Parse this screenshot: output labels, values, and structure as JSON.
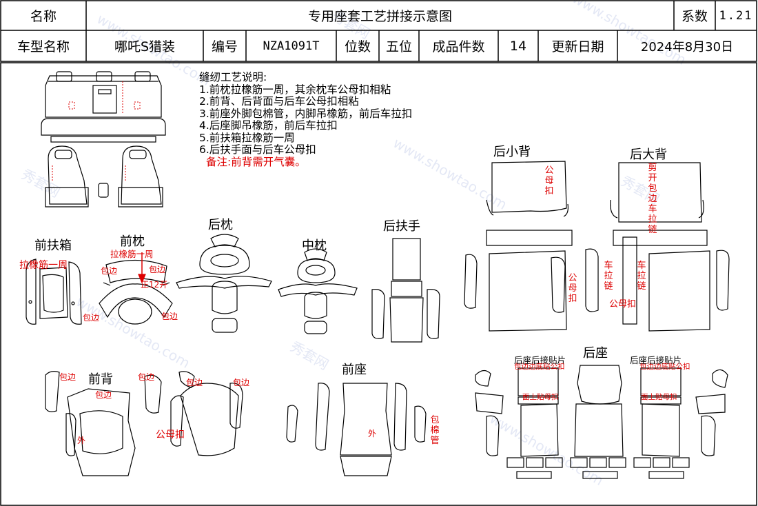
{
  "header": {
    "name_label": "名称",
    "title": "专用座套工艺拼接示意图",
    "coef_label": "系数",
    "coef_value": "1.21",
    "model_label": "车型名称",
    "model_value": "哪吒S猎装",
    "code_label": "编号",
    "code_value": "NZA1091T",
    "seats_label": "位数",
    "seats_value": "五位",
    "pieces_label": "成品件数",
    "pieces_value": "14",
    "date_label": "更新日期",
    "date_value": "2024年8月30日"
  },
  "notes": {
    "heading": "缝纫工艺说明:",
    "items": [
      "1.前枕拉橡筋一周，其余枕车公母扣相粘",
      "2.前背、后背面与后车公母扣相粘",
      "3.前座外脚包棉管，内脚吊橡筋，前后车拉扣",
      "4.后座脚吊橡筋，前后车拉扣",
      "5.前扶箱拉橡筋一周",
      "6.后扶手面与后车公母扣"
    ],
    "remark": "备注:前背需开气囊。"
  },
  "parts": {
    "front_armrest": "前扶箱",
    "front_headrest": "前枕",
    "rear_headrest": "后枕",
    "mid_headrest": "中枕",
    "rear_armrest": "后扶手",
    "rear_small_back": "后小背",
    "rear_big_back": "后大背",
    "front_back": "前背",
    "front_seat": "前座",
    "rear_seat": "后座",
    "rear_seat_patch_left": "后座后接贴片",
    "rear_seat_patch_right": "后座后接贴片"
  },
  "annotations": {
    "pull_elastic_loop": "拉橡筋一周",
    "pull_elastic_loop_2": "拉橡筋一周",
    "edge_bind": "包边",
    "slit": "正12开",
    "outer": "外",
    "snap_fastener": "公母扣",
    "vertical_snap": "公母扣",
    "open_edge_pull": "剪开包边车拉链",
    "pull_zipper": "车拉链",
    "bottom_snap": "包边边底贴公扣",
    "top_female": "面上贴母扣",
    "edge_tube": "包棉管"
  },
  "watermark": {
    "brand": "秀套网",
    "url": "www.showtao.com"
  },
  "colors": {
    "line": "#000000",
    "annotation": "#dd0000",
    "watermark": "#8296d2"
  }
}
